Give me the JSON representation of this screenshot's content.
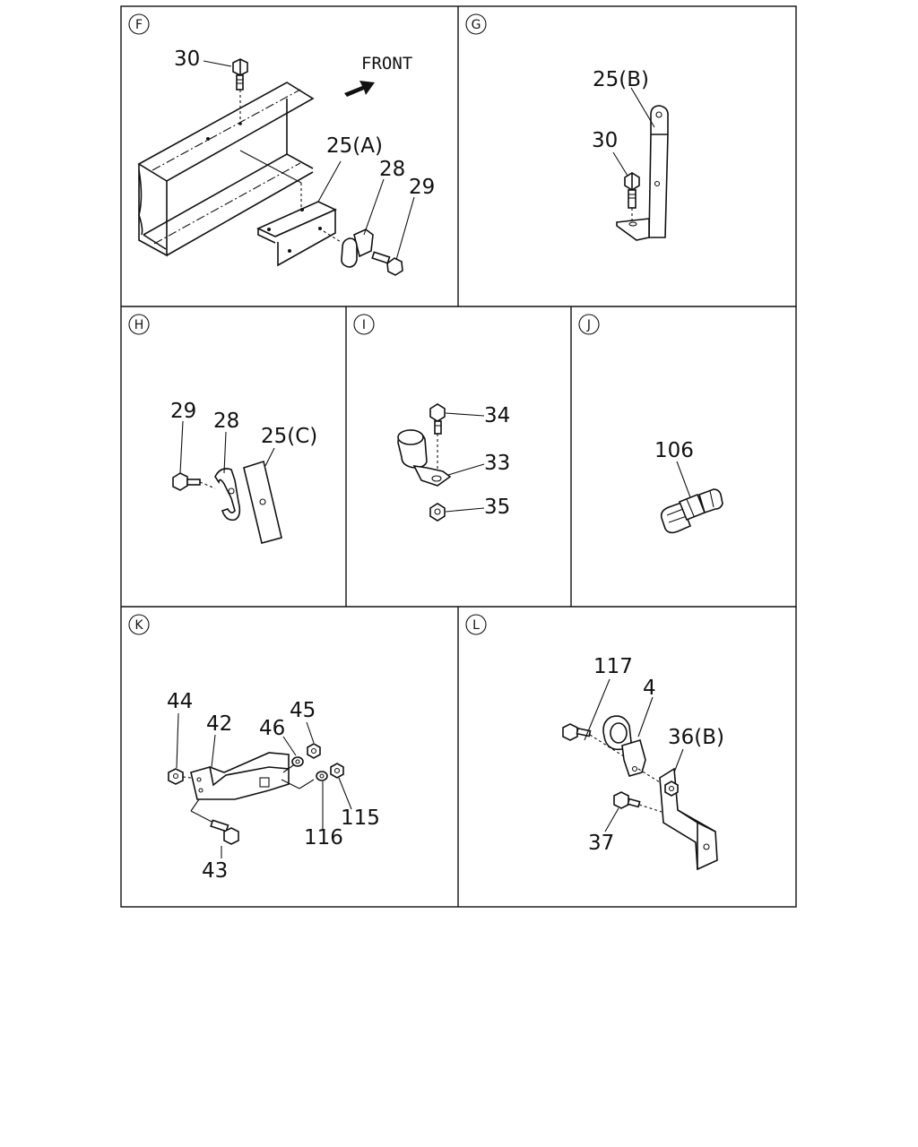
{
  "panels": {
    "F": {
      "letter": "F",
      "front_label": "FRONT",
      "callouts": [
        "30",
        "25(A)",
        "28",
        "29"
      ]
    },
    "G": {
      "letter": "G",
      "callouts": [
        "25(B)",
        "30"
      ]
    },
    "H": {
      "letter": "H",
      "callouts": [
        "29",
        "28",
        "25(C)"
      ]
    },
    "I": {
      "letter": "I",
      "callouts": [
        "34",
        "33",
        "35"
      ]
    },
    "J": {
      "letter": "J",
      "callouts": [
        "106"
      ]
    },
    "K": {
      "letter": "K",
      "callouts": [
        "44",
        "42",
        "46",
        "45",
        "115",
        "116",
        "43"
      ]
    },
    "L": {
      "letter": "L",
      "callouts": [
        "117",
        "4",
        "36(B)",
        "37"
      ]
    }
  }
}
